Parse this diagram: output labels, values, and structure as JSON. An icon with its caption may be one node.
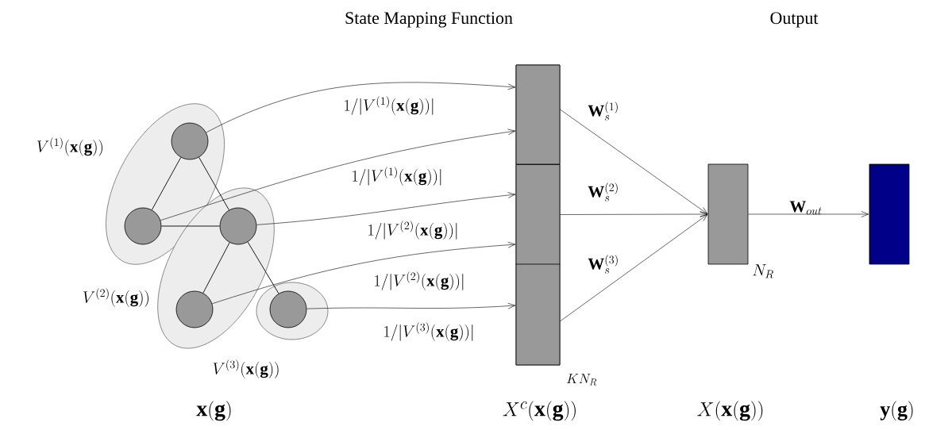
{
  "diagram": {
    "nodes": [
      {
        "text": [
          "V^{(1)}(\\mathbf{x}(\\mathbf{g}))"
        ]
      },
      {
        "text": [],
        "shape": "circle",
        "in": 0
      },
      {
        "text": [],
        "shape": "circle",
        "in": 0
      },
      {
        "text": [
          "V^{(2)}(\\mathbf{x}(\\mathbf{g}))"
        ]
      },
      {
        "text": [],
        "shape": "circle",
        "in": 3
      },
      {
        "text": [],
        "shape": "circle",
        "in": 3
      },
      {
        "text": [
          "V^{(3)}(\\mathbf{x}(\\mathbf{g}))"
        ]
      },
      {
        "text": [],
        "shape": "circle",
        "in": 6
      },
      {
        "text": [],
        "shape": "bar",
        "beside": [
          "KN_R"
        ]
      },
      {
        "text": [],
        "shape": "box",
        "in": 8
      },
      {
        "text": [],
        "shape": "box",
        "in": 8
      },
      {
        "text": [],
        "shape": "box",
        "in": 8
      },
      {
        "text": [],
        "shape": "box",
        "beside": [
          "N_R"
        ]
      },
      {
        "text": [],
        "shape": "box"
      }
    ],
    "edges": [
      {
        "from": 1,
        "to": 2,
        "arrow": "none"
      },
      {
        "from": 1,
        "to": 4,
        "arrow": "none"
      },
      {
        "from": 2,
        "to": 4,
        "arrow": "none"
      },
      {
        "from": 4,
        "to": 5,
        "arrow": "none"
      },
      {
        "from": 4,
        "to": 7,
        "arrow": "none"
      },
      {
        "from": 1,
        "to": 9,
        "arrow": "to",
        "label": "1/|V^{(1)}(\\mathbf{x}(\\mathbf{g}))|"
      },
      {
        "from": 2,
        "to": 9,
        "arrow": "to",
        "label": "1/|V^{(1)}(\\mathbf{x}(\\mathbf{g}))|"
      },
      {
        "from": 4,
        "to": 10,
        "arrow": "to",
        "label": "1/|V^{(2)}(\\mathbf{x}(\\mathbf{g}))|"
      },
      {
        "from": 5,
        "to": 10,
        "arrow": "to",
        "label": "1/|V^{(2)}(\\mathbf{x}(\\mathbf{g}))|"
      },
      {
        "from": 7,
        "to": 11,
        "arrow": "to",
        "label": "1/|V^{(3)}(\\mathbf{x}(\\mathbf{g}))|"
      },
      {
        "from": 9,
        "to": 12,
        "arrow": "to",
        "label": "\\mathbf{W}_s^{(1)}"
      },
      {
        "from": 10,
        "to": 12,
        "arrow": "to",
        "label": "\\mathbf{W}_s^{(2)}"
      },
      {
        "from": 11,
        "to": 12,
        "arrow": "to",
        "label": "\\mathbf{W}_s^{(3)}"
      },
      {
        "from": 12,
        "to": 13,
        "arrow": "to",
        "label": "\\mathbf{W}_{out}"
      }
    ],
    "labels": [
      "State Mapping Function",
      "Output",
      "\\mathbf{x}(\\mathbf{g})",
      "X^{c}(\\mathbf{x}(\\mathbf{g}))",
      "X(\\mathbf{x}(\\mathbf{g}))",
      "\\mathbf{y}(\\mathbf{g})"
    ]
  }
}
